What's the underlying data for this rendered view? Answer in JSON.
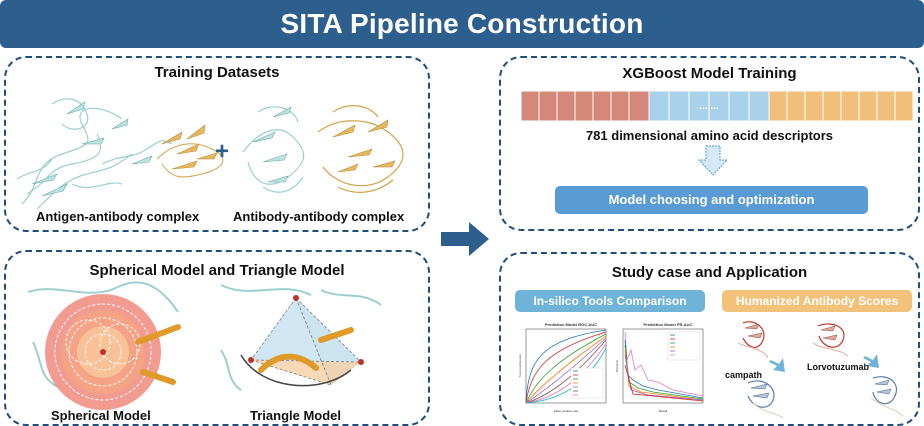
{
  "header": {
    "title": "SITA Pipeline Construction"
  },
  "training": {
    "title": "Training Datasets",
    "label_left": "Antigen-antibody complex",
    "label_right": "Antibody-antibody complex",
    "plus": "+"
  },
  "models": {
    "title": "Spherical Model and Triangle Model",
    "label_left": "Spherical Model",
    "label_right": "Triangle Model"
  },
  "xgboost": {
    "title": "XGBoost Model Training",
    "descriptor_label": "781 dimensional amino acid descriptors",
    "ellipsis": "... ...",
    "button": "Model choosing and optimization",
    "colors": {
      "red": "#d4887a",
      "blue": "#a9d1ea",
      "orange": "#f0c07a",
      "button": "#5b9bd5"
    }
  },
  "study": {
    "title": "Study case and Application",
    "tab_left": "In-silico Tools Comparison",
    "tab_right": "Humanized Antibody Scores",
    "chart_left_title": "Prediction Model ROC-AUC",
    "chart_right_title": "Prediction Model PR-AUC",
    "chart_left_xlabel": "False positive rate",
    "chart_left_ylabel": "True positive rate",
    "chart_right_xlabel": "Recall",
    "chart_right_ylabel": "Precision",
    "case1": "campath",
    "case2": "Lorvotuzumab",
    "colors": {
      "tab_left": "#6fb3d8",
      "tab_right": "#f2c27a"
    }
  }
}
